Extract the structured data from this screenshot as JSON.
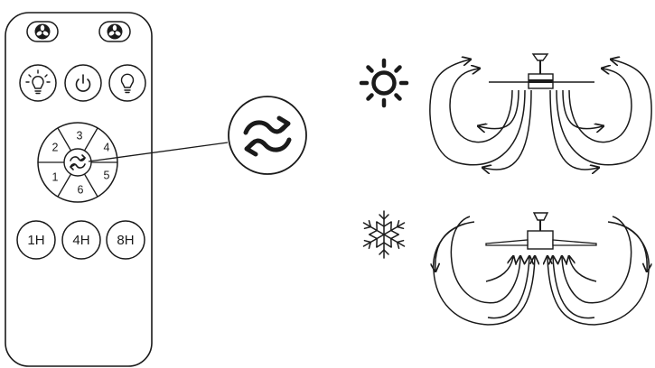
{
  "remote": {
    "top_buttons": [
      {
        "icon": "fan-icon"
      },
      {
        "icon": "fan-icon"
      }
    ],
    "function_buttons": [
      {
        "icon": "light-dimmer-icon"
      },
      {
        "icon": "power-icon"
      },
      {
        "icon": "light-bulb-icon"
      }
    ],
    "speed_dial": {
      "speeds": [
        "1",
        "2",
        "3",
        "4",
        "5",
        "6"
      ],
      "center_icon": "reverse-direction-icon"
    },
    "timer_buttons": [
      "1H",
      "4H",
      "8H"
    ]
  },
  "callout": {
    "icon": "reverse-direction-icon"
  },
  "modes": [
    {
      "name": "summer",
      "icon": "sun-icon",
      "airflow": "downdraft"
    },
    {
      "name": "winter",
      "icon": "snowflake-icon",
      "airflow": "updraft"
    }
  ],
  "colors": {
    "stroke": "#1a1a1a",
    "background": "#ffffff"
  }
}
